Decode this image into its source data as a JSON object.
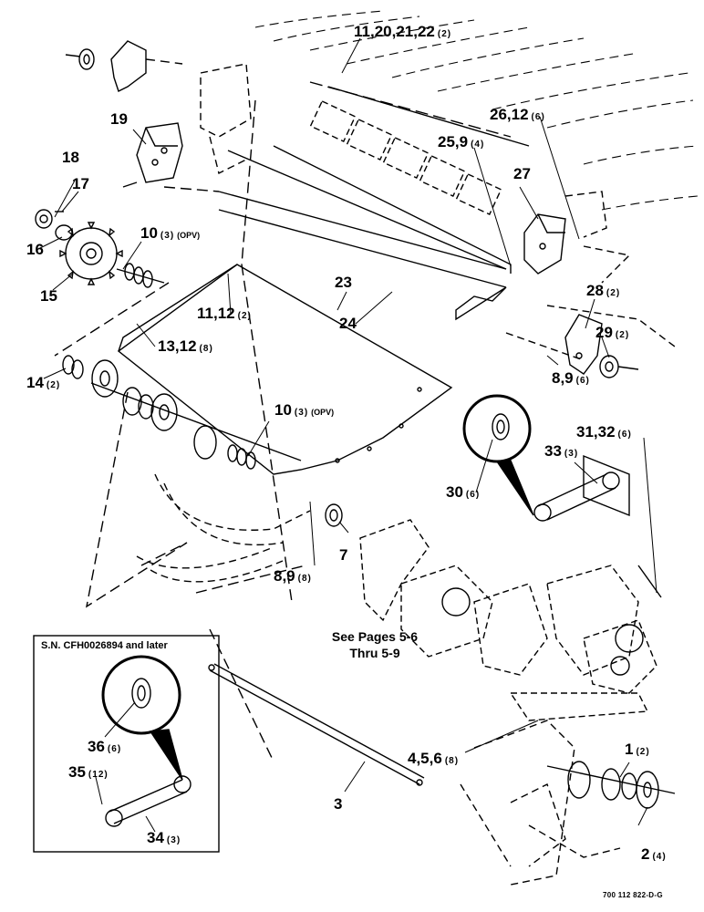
{
  "callouts": [
    {
      "id": "c-11-20-21-22",
      "label": "11,20,21,22",
      "qty": "(2)"
    },
    {
      "id": "c-19",
      "label": "19",
      "qty": ""
    },
    {
      "id": "c-26-12",
      "label": "26,12",
      "qty": "(6)"
    },
    {
      "id": "c-25-9",
      "label": "25,9",
      "qty": "(4)"
    },
    {
      "id": "c-18",
      "label": "18",
      "qty": ""
    },
    {
      "id": "c-17",
      "label": "17",
      "qty": ""
    },
    {
      "id": "c-27",
      "label": "27",
      "qty": ""
    },
    {
      "id": "c-16",
      "label": "16",
      "qty": ""
    },
    {
      "id": "c-10-top",
      "label": "10",
      "qty": "(3)",
      "note": "(OPV)"
    },
    {
      "id": "c-15",
      "label": "15",
      "qty": ""
    },
    {
      "id": "c-23",
      "label": "23",
      "qty": ""
    },
    {
      "id": "c-24",
      "label": "24",
      "qty": ""
    },
    {
      "id": "c-28",
      "label": "28",
      "qty": "(2)"
    },
    {
      "id": "c-11-12",
      "label": "11,12",
      "qty": "(2)"
    },
    {
      "id": "c-13-12",
      "label": "13,12",
      "qty": "(8)"
    },
    {
      "id": "c-29",
      "label": "29",
      "qty": "(2)"
    },
    {
      "id": "c-14",
      "label": "14",
      "qty": "(2)"
    },
    {
      "id": "c-8-9-top",
      "label": "8,9",
      "qty": "(6)"
    },
    {
      "id": "c-10-mid",
      "label": "10",
      "qty": "(3)",
      "note": "(OPV)"
    },
    {
      "id": "c-31-32",
      "label": "31,32",
      "qty": "(6)"
    },
    {
      "id": "c-33",
      "label": "33",
      "qty": "(3)"
    },
    {
      "id": "c-30",
      "label": "30",
      "qty": "(6)"
    },
    {
      "id": "c-7",
      "label": "7",
      "qty": ""
    },
    {
      "id": "c-8-9-bot",
      "label": "8,9",
      "qty": "(8)"
    },
    {
      "id": "c-36",
      "label": "36",
      "qty": "(6)"
    },
    {
      "id": "c-4-5-6",
      "label": "4,5,6",
      "qty": "(8)"
    },
    {
      "id": "c-1",
      "label": "1",
      "qty": "(2)"
    },
    {
      "id": "c-35",
      "label": "35",
      "qty": "(12)"
    },
    {
      "id": "c-3",
      "label": "3",
      "qty": ""
    },
    {
      "id": "c-34",
      "label": "34",
      "qty": "(3)"
    },
    {
      "id": "c-2",
      "label": "2",
      "qty": "(4)"
    }
  ],
  "see_pages": {
    "line1": "See Pages 5-6",
    "line2": "Thru 5-9"
  },
  "inset_title": "S.N. CFH0026894 and later",
  "figure_number": "700 112 822-D-G"
}
